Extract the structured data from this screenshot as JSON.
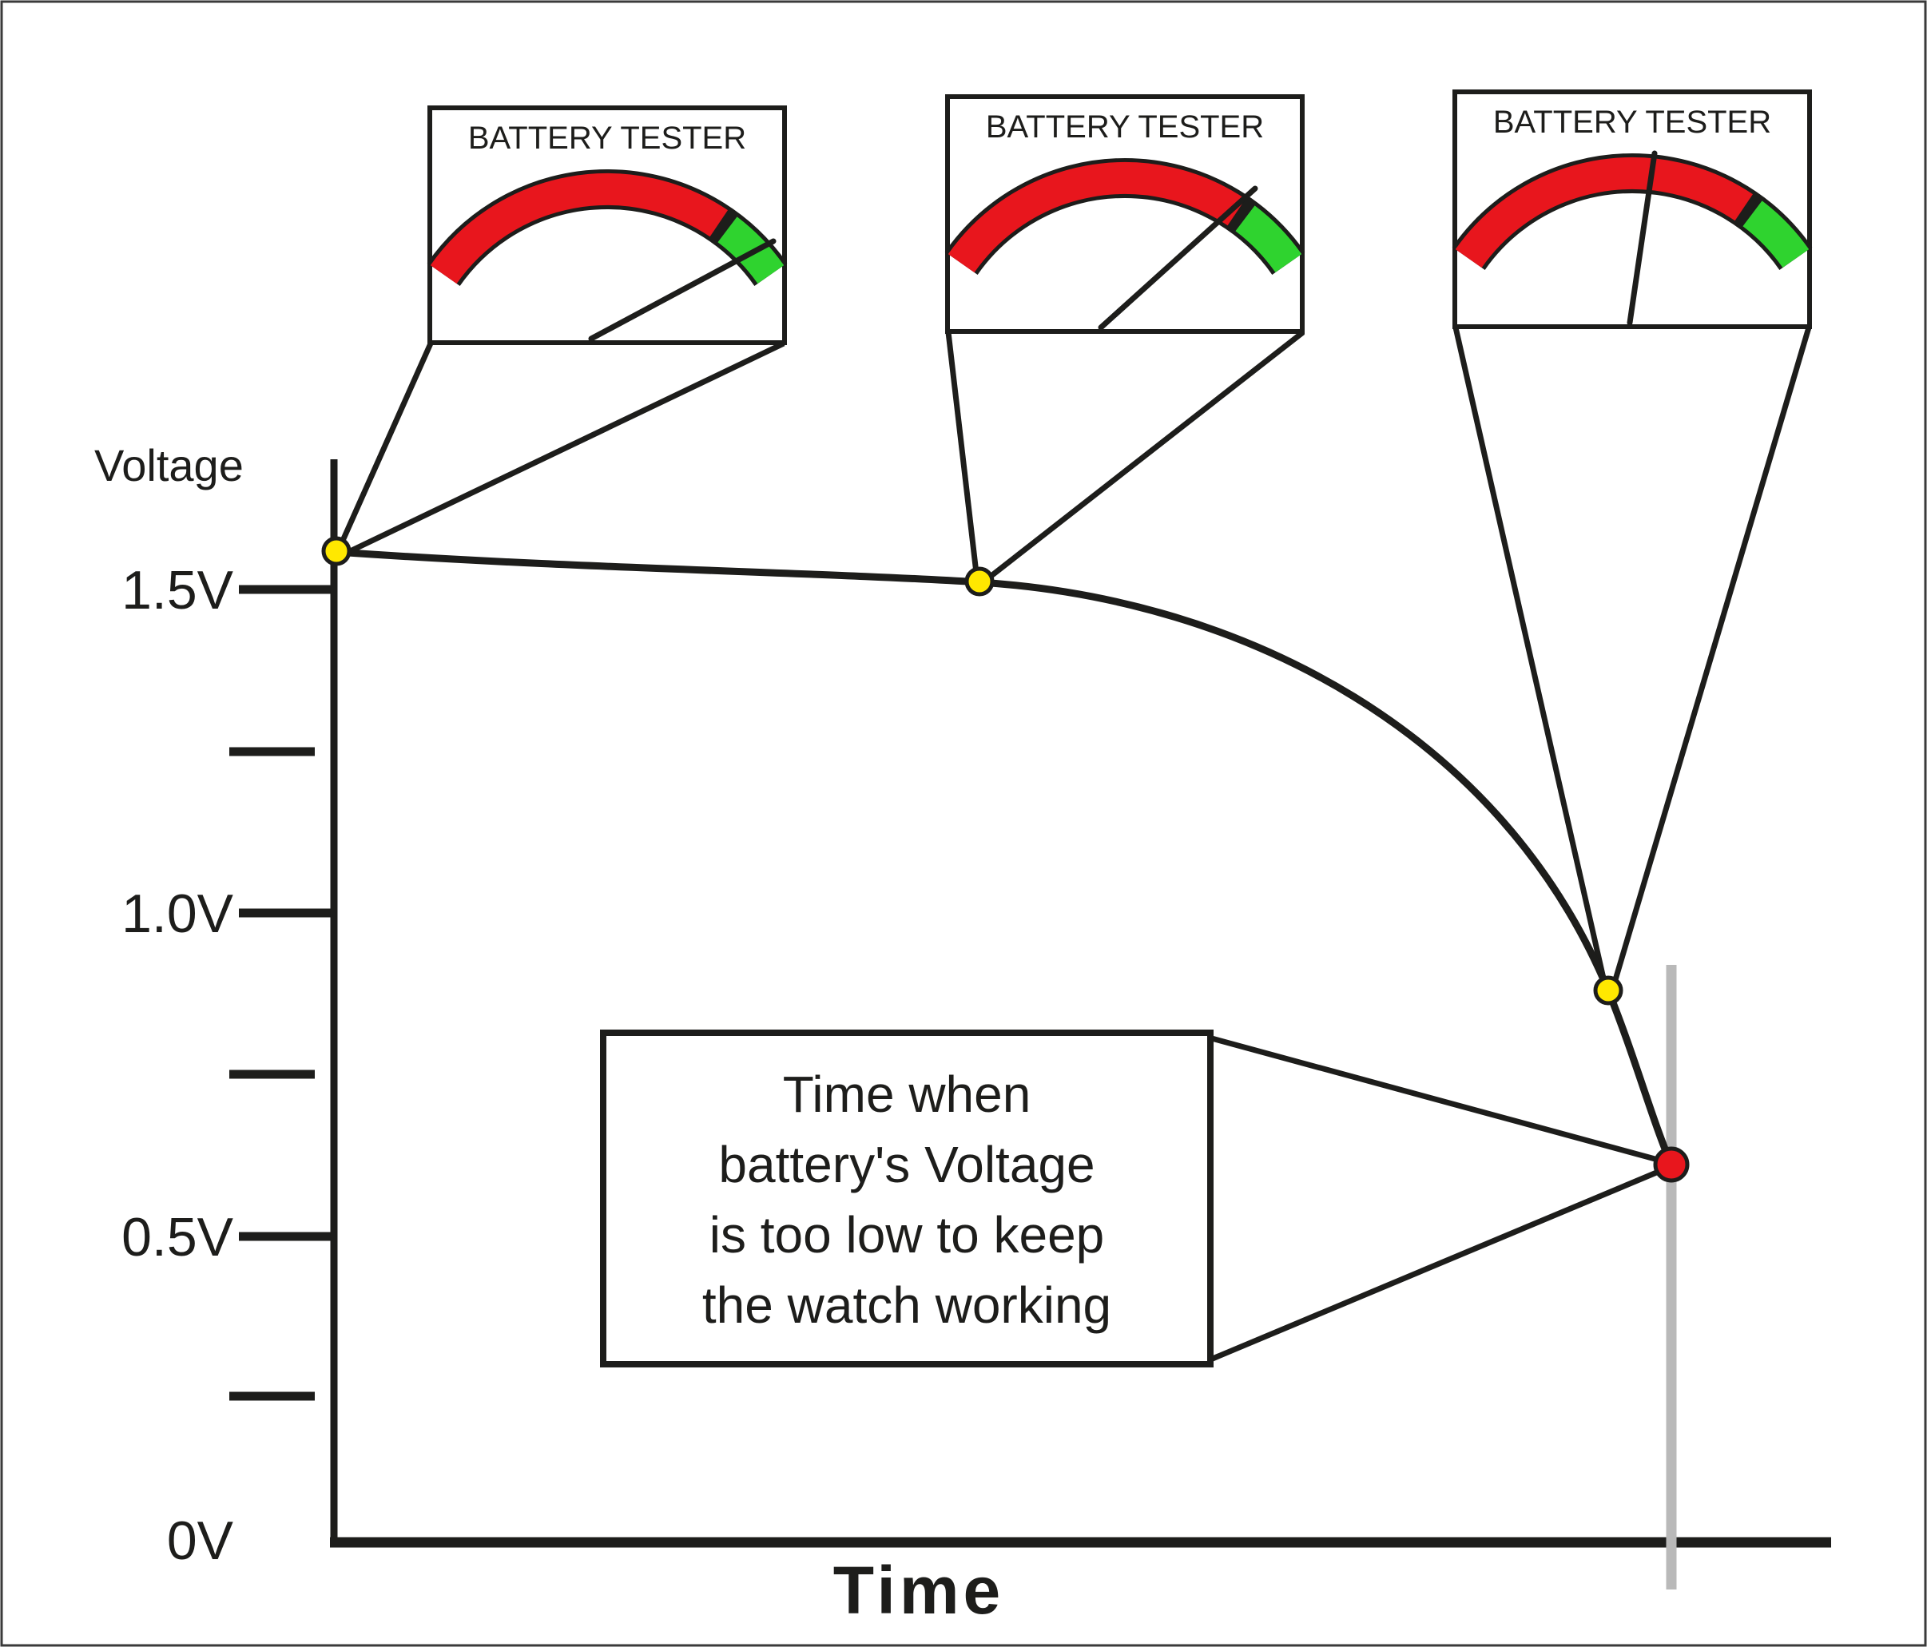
{
  "figure": {
    "gauges": [
      {
        "title": "BATTERY TESTER",
        "needle_position": "far right, tip in green zone"
      },
      {
        "title": "BATTERY TESTER",
        "needle_position": "at red/green boundary"
      },
      {
        "title": "BATTERY TESTER",
        "needle_position": "near vertical, in red zone"
      }
    ],
    "y_axis": {
      "label": "Voltage",
      "tick_labels": [
        "1.5V",
        "1.0V",
        "0.5V",
        "0V"
      ]
    },
    "x_axis": {
      "label": "Time"
    },
    "callout": {
      "lines": [
        "Time when",
        "battery's Voltage",
        "is too low to keep",
        "the watch working"
      ]
    },
    "colors": {
      "gauge_red": "#e8161d",
      "gauge_green": "#2fd32f",
      "dot_yellow": "#ffe800",
      "dot_red": "#e8161d",
      "cutoff_gray": "#b9b9b9"
    }
  },
  "chart_data": {
    "type": "line",
    "title": "",
    "xlabel": "Time",
    "ylabel": "Voltage",
    "ylim": [
      0,
      1.75
    ],
    "y_ticks_labeled": [
      1.5,
      1.0,
      0.5,
      0
    ],
    "y_ticks_minor": [
      1.25,
      0.75,
      0.25
    ],
    "grid": false,
    "description": "Battery discharge curve: voltage starts just above 1.5V, declines slowly, then drops steeply at end of life",
    "marked_points_volts": [
      1.55,
      1.5,
      0.9,
      0.62
    ],
    "cutoff_point_volts": 0.62
  }
}
